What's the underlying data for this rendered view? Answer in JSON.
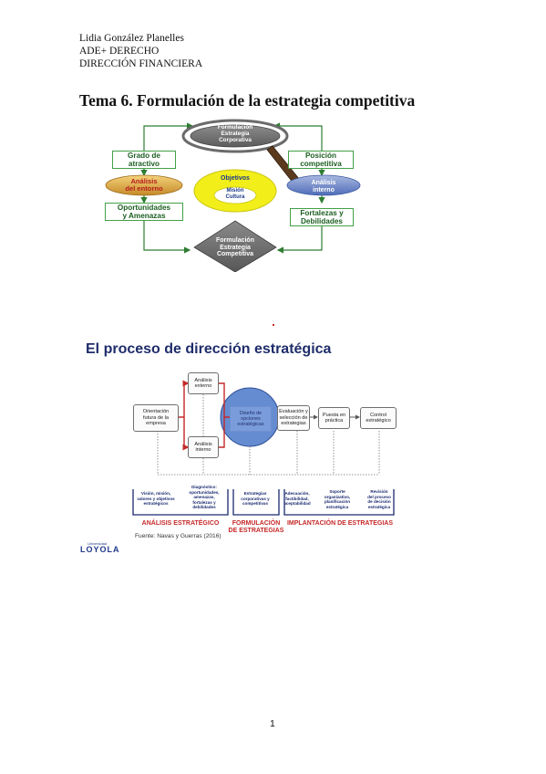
{
  "header": {
    "author": "Lidia González Planelles",
    "degree": "ADE+ DERECHO",
    "subject": "DIRECCIÓN FINANCIERA"
  },
  "title": "Tema 6. Formulación de la estrategia competitiva",
  "diagram1": {
    "top_oval": [
      "Formulación",
      "Estrategia",
      "Corporativa"
    ],
    "grado_atractivo": [
      "Grado de",
      "atractivo"
    ],
    "analisis_entorno": [
      "Análisis",
      "del entorno"
    ],
    "oportunidades": [
      "Oportunidades",
      "y Amenazas"
    ],
    "posicion": [
      "Posición",
      "competitiva"
    ],
    "analisis_interno": [
      "Análisis",
      "interno"
    ],
    "fortalezas": [
      "Fortalezas y",
      "Debilidades"
    ],
    "objetivos": "Objetivos",
    "mision": [
      "Misión",
      "Cultura"
    ],
    "bottom_diamond": [
      "Formulación",
      "Estrategia",
      "Competitiva"
    ]
  },
  "diagram2": {
    "title": "El proceso de dirección estratégica",
    "boxes": {
      "orientacion": [
        "Orientación",
        "futura de la",
        "empresa"
      ],
      "externo": [
        "Análisis",
        "externo"
      ],
      "interno": [
        "Análisis",
        "interno"
      ],
      "diseno": [
        "Diseño de",
        "opciones",
        "estratégicas"
      ],
      "evaluacion": [
        "Evaluación y",
        "selección de",
        "estrategias"
      ],
      "puesta": [
        "Puesta en",
        "práctica"
      ],
      "control": [
        "Control",
        "estratégico"
      ]
    },
    "descriptions": {
      "vision": [
        "Visión, misión,",
        "valores y objetivos",
        "estratégicos"
      ],
      "diagnostico": [
        "Diagnóstico:",
        "oportunidades,",
        "amenazas,",
        "fortalezas y",
        "debilidades"
      ],
      "estrategias": [
        "Estrategias",
        "corporativas y",
        "competitivas"
      ],
      "adecuacion": [
        "Adecuación,",
        "factibilidad,",
        "aceptabilidad"
      ],
      "soporte": [
        "Soporte",
        "organizativo,",
        "planificación",
        "estratégica"
      ],
      "revision": [
        "Revisión",
        "del proceso",
        "de decisión",
        "estratégica"
      ]
    },
    "phases": {
      "analisis": "ANÁLISIS ESTRATÉGICO",
      "formulacion": [
        "FORMULACIÓN",
        "DE ESTRATEGIAS"
      ],
      "implantacion": "IMPLANTACIÓN DE ESTRATEGIAS"
    },
    "source": "Fuente: Navas y Guerras (2016)",
    "logo_small": "Universidad",
    "logo": "LOYOLA"
  },
  "page_number": "1",
  "colors": {
    "green_border": "#43a047",
    "green_text": "#1b5e20",
    "red": "#c62828",
    "navy": "#1a2a70",
    "circle_blue": "#4a78c8",
    "yellow": "#f2ee1a"
  }
}
